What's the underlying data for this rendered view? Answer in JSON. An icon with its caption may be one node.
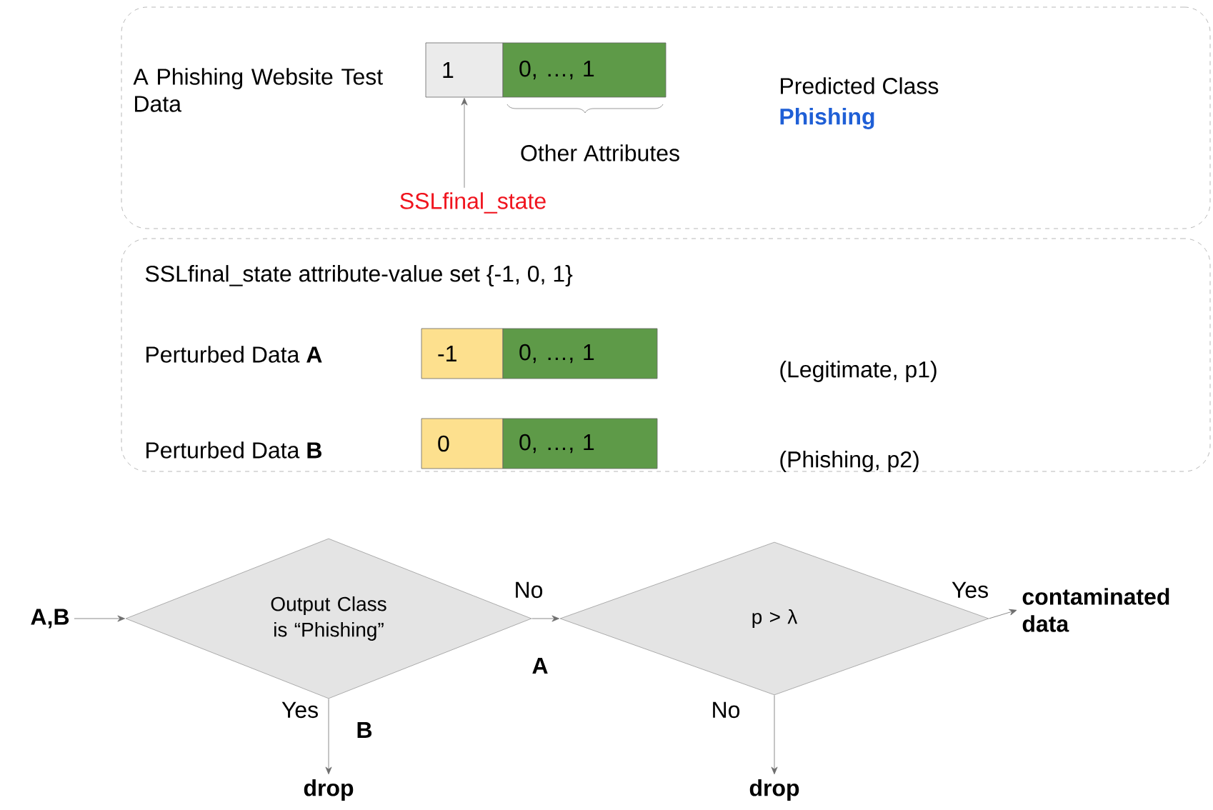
{
  "diagram": {
    "nodes": [
      {
        "text": [
          "A Phishing Website Test Data",
          "Predicted Class",
          "Phishing"
        ]
      },
      {
        "text": [
          "1"
        ],
        "in": 0
      },
      {
        "text": [
          "0, …, 1"
        ],
        "in": 0
      },
      {
        "text": [
          "SSLfinal_state"
        ],
        "in": 0
      },
      {
        "text": [
          "SSLfinal_state attribute-value set {-1, 0, 1}",
          "Perturbed Data **A**",
          "(Legitimate, p1)",
          "Perturbed Data **B**",
          "(Phishing, p2)"
        ]
      },
      {
        "text": [
          "-1"
        ],
        "in": 4
      },
      {
        "text": [
          "0, …, 1"
        ],
        "in": 4
      },
      {
        "text": [
          "0"
        ],
        "in": 4
      },
      {
        "text": [
          "0, …, 1"
        ],
        "in": 4
      },
      {
        "text": [
          "A,B"
        ]
      },
      {
        "text": [
          "Output Class is “Phishing”"
        ]
      },
      {
        "text": [
          "p  >  λ"
        ]
      },
      {
        "text": [
          "contaminated data"
        ]
      },
      {
        "text": [
          "drop"
        ]
      },
      {
        "text": [
          "drop"
        ]
      }
    ],
    "edges": [
      {
        "from": 3,
        "to": 1,
        "arrow": "to"
      },
      {
        "from": 9,
        "to": 10,
        "arrow": "to"
      },
      {
        "from": 10,
        "to": 11,
        "arrow": "to",
        "label": "No"
      },
      {
        "from": 10,
        "to": 13,
        "arrow": "to",
        "label": "Yes"
      },
      {
        "from": 11,
        "to": 12,
        "arrow": "to",
        "label": "Yes"
      },
      {
        "from": 11,
        "to": 14,
        "arrow": "to",
        "label": "No"
      }
    ],
    "labels": [
      "Other Attributes",
      "A",
      "B"
    ]
  }
}
